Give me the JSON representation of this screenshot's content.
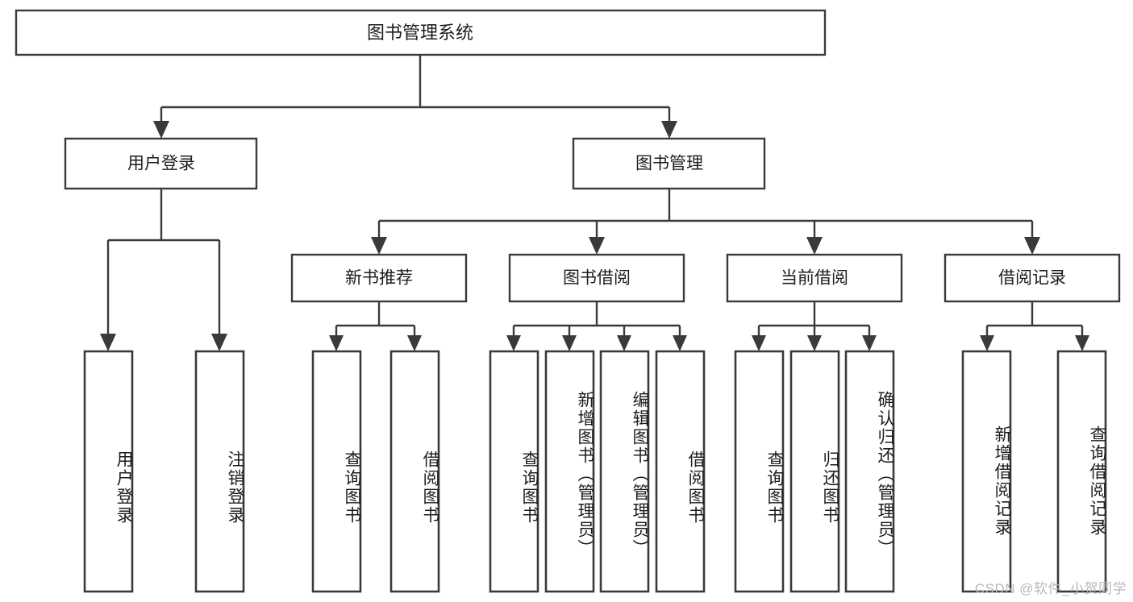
{
  "diagram": {
    "type": "hierarchy-tree",
    "title": "图书管理系统",
    "root": {
      "id": "root",
      "label": "图书管理系统",
      "level": 0
    },
    "level1": [
      {
        "id": "user-login",
        "label": "用户登录"
      },
      {
        "id": "book-management",
        "label": "图书管理"
      }
    ],
    "level2": [
      {
        "id": "new-book-recommend",
        "label": "新书推荐",
        "parent": "book-management"
      },
      {
        "id": "book-borrow",
        "label": "图书借阅",
        "parent": "book-management"
      },
      {
        "id": "current-borrow",
        "label": "当前借阅",
        "parent": "book-management"
      },
      {
        "id": "borrow-record",
        "label": "借阅记录",
        "parent": "book-management"
      }
    ],
    "leaves": [
      {
        "id": "leaf-user-login",
        "label": "用户登录",
        "parent": "user-login"
      },
      {
        "id": "leaf-logout",
        "label": "注销登录",
        "parent": "user-login"
      },
      {
        "id": "leaf-query-book-1",
        "label": "查询图书",
        "parent": "new-book-recommend"
      },
      {
        "id": "leaf-borrow-book-1",
        "label": "借阅图书",
        "parent": "new-book-recommend"
      },
      {
        "id": "leaf-query-book-2",
        "label": "查询图书",
        "parent": "book-borrow"
      },
      {
        "id": "leaf-add-book",
        "label": "新增图书（管理员）",
        "parent": "book-borrow"
      },
      {
        "id": "leaf-edit-book",
        "label": "编辑图书（管理员）",
        "parent": "book-borrow"
      },
      {
        "id": "leaf-borrow-book-2",
        "label": "借阅图书",
        "parent": "book-borrow"
      },
      {
        "id": "leaf-query-book-3",
        "label": "查询图书",
        "parent": "current-borrow"
      },
      {
        "id": "leaf-return-book",
        "label": "归还图书",
        "parent": "current-borrow"
      },
      {
        "id": "leaf-confirm-return",
        "label": "确认归还（管理员）",
        "parent": "current-borrow"
      },
      {
        "id": "leaf-add-record",
        "label": "新增借阅记录",
        "parent": "borrow-record"
      },
      {
        "id": "leaf-query-record",
        "label": "查询借阅记录",
        "parent": "borrow-record"
      }
    ],
    "colors": {
      "stroke": "#3a3a3a",
      "fill": "#ffffff",
      "text": "#1d1d1d",
      "watermark": "#b9b9b9"
    }
  },
  "watermark": {
    "text": "CSDN @软件_小贺同学"
  }
}
